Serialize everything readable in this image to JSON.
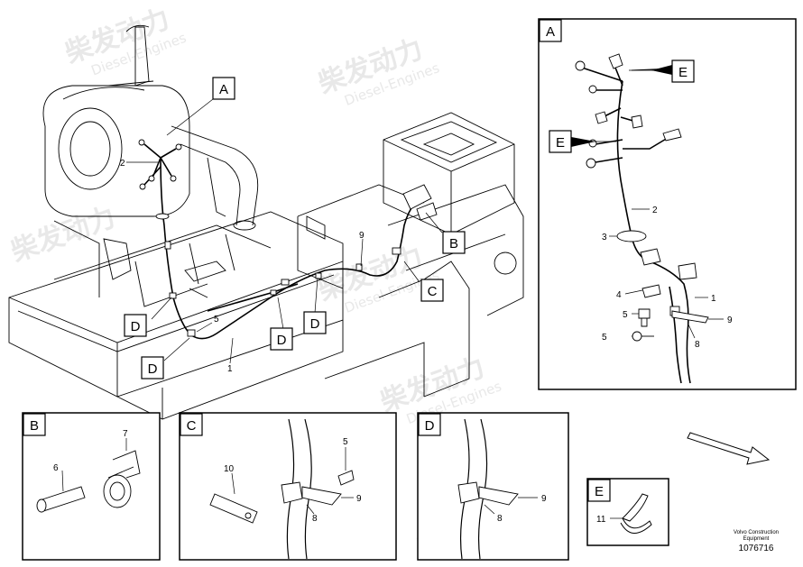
{
  "watermark": {
    "cn": "柴发动力",
    "en": "Diesel-Engines"
  },
  "callouts": {
    "A": "A",
    "B": "B",
    "C": "C",
    "D": "D",
    "E": "E"
  },
  "main_labels": {
    "p1": "1",
    "p2": "2",
    "p5": "5",
    "p9": "9"
  },
  "detail_A": {
    "title": "A",
    "parts": {
      "p1": "1",
      "p2": "2",
      "p3": "3",
      "p4": "4",
      "p5a": "5",
      "p5b": "5",
      "p8": "8",
      "p9": "9"
    }
  },
  "detail_B": {
    "title": "B",
    "parts": {
      "p6": "6",
      "p7": "7"
    }
  },
  "detail_C": {
    "title": "C",
    "parts": {
      "p5": "5",
      "p8": "8",
      "p9": "9",
      "p10": "10"
    }
  },
  "detail_D": {
    "title": "D",
    "parts": {
      "p8": "8",
      "p9": "9"
    }
  },
  "detail_E": {
    "title": "E",
    "parts": {
      "p11": "11"
    }
  },
  "footer": {
    "company_line1": "Volvo Construction",
    "company_line2": "Equipment",
    "drawing_number": "1076716"
  }
}
